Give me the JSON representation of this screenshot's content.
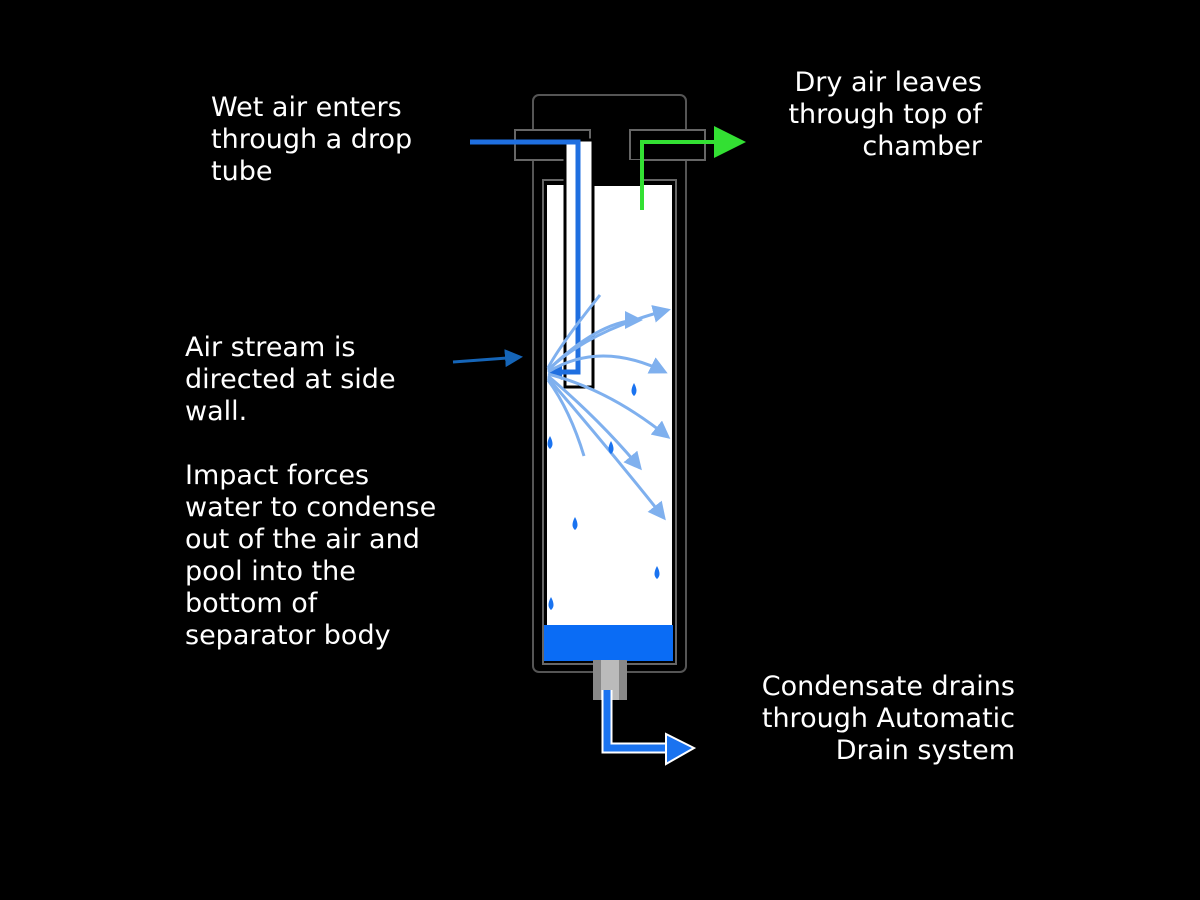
{
  "labels": {
    "wet_air": "Wet air enters\nthrough a drop\ntube",
    "dry_air": "Dry air leaves\nthrough top of\nchamber",
    "air_stream": "Air stream is\ndirected at side\nwall.",
    "impact": "Impact forces\nwater to condense\nout of the air and\npool into the\nbottom of\nseparator body",
    "condensate": "Condensate drains\nthrough Automatic\nDrain system"
  },
  "colors": {
    "background": "#000000",
    "text": "#ffffff",
    "wet_air_flow": "#1f6fe0",
    "dry_air_flow": "#33e033",
    "spray": "#7fb0ee",
    "water": "#0a6cf5",
    "drain_flow": "#1a73f0",
    "pointer": "#1565b8",
    "chamber_interior": "#ffffff",
    "housing_outline": "#555555"
  },
  "icons": {
    "droplet": "water-droplet-icon"
  }
}
